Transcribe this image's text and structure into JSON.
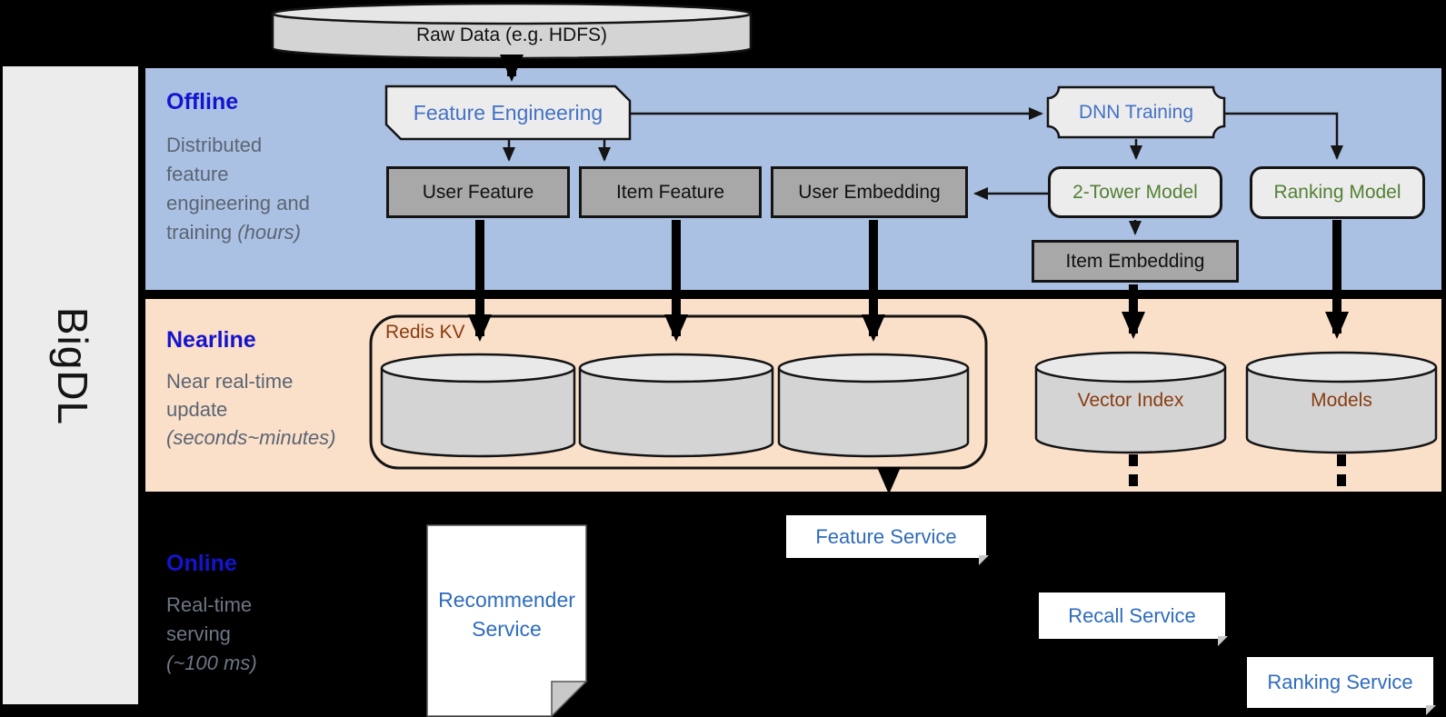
{
  "sidebar": {
    "title": "BigDL"
  },
  "raw_data": {
    "label": "Raw Data (e.g. HDFS)"
  },
  "sections": {
    "offline": {
      "title": "Offline",
      "desc_l1": "Distributed",
      "desc_l2": "feature",
      "desc_l3": "engineering and",
      "desc_l4": "training ",
      "desc_l4_italic": "(hours)"
    },
    "nearline": {
      "title": "Nearline",
      "desc_l1": "Near real-time",
      "desc_l2": "update",
      "desc_l3_italic": "(seconds~minutes)"
    },
    "online": {
      "title": "Online",
      "desc_l1": "Real-time",
      "desc_l2": "serving",
      "desc_l3_italic": "(~100 ms)"
    }
  },
  "offline_nodes": {
    "feature_engineering": "Feature Engineering",
    "dnn_training": "DNN Training",
    "user_feature": "User Feature",
    "item_feature": "Item Feature",
    "user_embedding": "User Embedding",
    "two_tower_model": "2-Tower Model",
    "ranking_model": "Ranking Model",
    "item_embedding": "Item Embedding"
  },
  "nearline_nodes": {
    "redis_kv": "Redis KV",
    "vector_index": "Vector Index",
    "models": "Models"
  },
  "online_nodes": {
    "recommender_service": "Recommender Service",
    "feature_service": "Feature Service",
    "recall_service": "Recall Service",
    "ranking_service": "Ranking Service"
  },
  "colors": {
    "offline_band": "#abc1e3",
    "nearline_band": "#fadfc9",
    "online_band": "#000000",
    "section_title_blue": "#1414cf",
    "node_text_blue": "#4472c4",
    "node_text_green": "#538135",
    "node_text_brown": "#8a3c10",
    "service_text_blue": "#2e6cbd",
    "gray_node_fill": "#a8a8a8",
    "light_node_fill": "#ececec",
    "cylinder_fill": "#d4d4d4"
  }
}
